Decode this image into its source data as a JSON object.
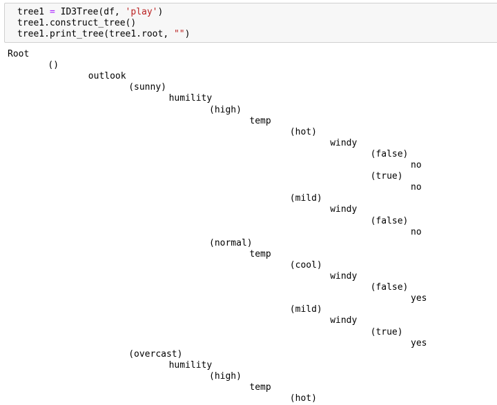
{
  "code_cell": {
    "line1": {
      "prefix": "tree1 ",
      "op": "=",
      "middle": " ID3Tree(df, ",
      "string": "'play'",
      "suffix": ")"
    },
    "line2": {
      "text": "tree1.construct_tree()"
    },
    "line3": {
      "prefix": "tree1.print_tree(tree1.root, ",
      "string": "\"\"",
      "suffix": ")"
    }
  },
  "output": {
    "lines": [
      {
        "text": "Root",
        "depth": 0
      },
      {
        "text": "()",
        "depth": 1
      },
      {
        "text": "outlook",
        "depth": 2
      },
      {
        "text": "(sunny)",
        "depth": 3
      },
      {
        "text": "humility",
        "depth": 4
      },
      {
        "text": "(high)",
        "depth": 5
      },
      {
        "text": "temp",
        "depth": 6
      },
      {
        "text": "(hot)",
        "depth": 7
      },
      {
        "text": "windy",
        "depth": 8
      },
      {
        "text": "(false)",
        "depth": 9
      },
      {
        "text": "no",
        "depth": 10
      },
      {
        "text": "(true)",
        "depth": 9
      },
      {
        "text": "no",
        "depth": 10
      },
      {
        "text": "(mild)",
        "depth": 7
      },
      {
        "text": "windy",
        "depth": 8
      },
      {
        "text": "(false)",
        "depth": 9
      },
      {
        "text": "no",
        "depth": 10
      },
      {
        "text": "(normal)",
        "depth": 5
      },
      {
        "text": "temp",
        "depth": 6
      },
      {
        "text": "(cool)",
        "depth": 7
      },
      {
        "text": "windy",
        "depth": 8
      },
      {
        "text": "(false)",
        "depth": 9
      },
      {
        "text": "yes",
        "depth": 10
      },
      {
        "text": "(mild)",
        "depth": 7
      },
      {
        "text": "windy",
        "depth": 8
      },
      {
        "text": "(true)",
        "depth": 9
      },
      {
        "text": "yes",
        "depth": 10
      },
      {
        "text": "(overcast)",
        "depth": 3
      },
      {
        "text": "humility",
        "depth": 4
      },
      {
        "text": "(high)",
        "depth": 5
      },
      {
        "text": "temp",
        "depth": 6
      },
      {
        "text": "(hot)",
        "depth": 7
      }
    ]
  }
}
